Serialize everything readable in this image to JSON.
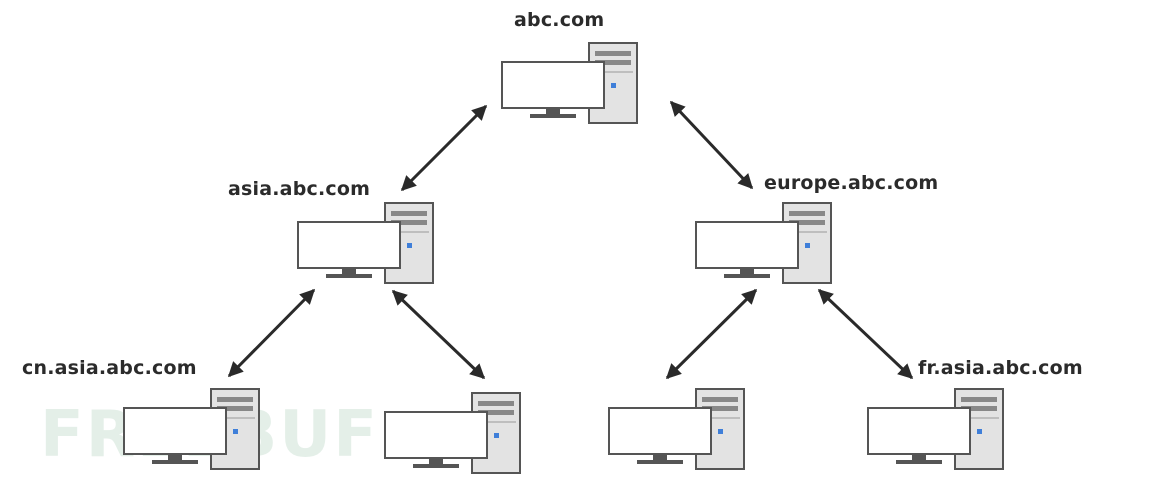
{
  "nodes": {
    "root": "abc.com",
    "asia": "asia.abc.com",
    "europe": "europe.abc.com",
    "cn": "cn.asia.abc.com",
    "fr": "fr.asia.abc.com"
  },
  "watermark": "FREEBUF",
  "icons": {
    "computer": "desktop-computer-icon",
    "arrow": "double-headed-arrow"
  },
  "colors": {
    "tower": "#e3e3e3",
    "outline": "#555555",
    "arrow": "#2a2a2a",
    "accent_led": "#3f7fd9"
  }
}
